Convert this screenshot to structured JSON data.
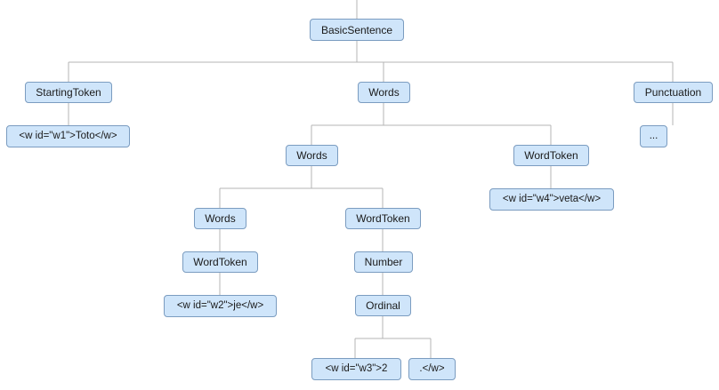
{
  "tree": {
    "root": "BasicSentence",
    "starting_token": "StartingToken",
    "starting_token_value": "<w id=\"w1\">Toto</w>",
    "words_top": "Words",
    "punctuation": "Punctuation",
    "punctuation_value": "...",
    "words_mid": "Words",
    "word_token_right": "WordToken",
    "word_token_right_value": "<w id=\"w4\">veta</w>",
    "words_low": "Words",
    "word_token_mid": "WordToken",
    "word_token_left": "WordToken",
    "word_token_left_value": "<w id=\"w2\">je</w>",
    "number": "Number",
    "ordinal": "Ordinal",
    "ordinal_value": "<w id=\"w3\">2",
    "ordinal_suffix": ".</w>"
  },
  "colors": {
    "node_fill": "#cfe5fa",
    "node_border": "#7b9cc0",
    "edge": "#b4b4b4"
  }
}
